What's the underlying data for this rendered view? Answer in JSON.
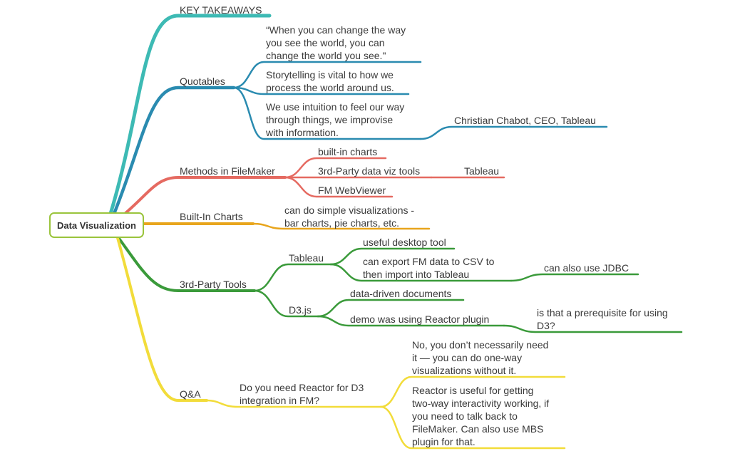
{
  "root": {
    "label": "Data Visualization",
    "color": "#9ac43c"
  },
  "colors": {
    "teal": "#3dbab4",
    "blue": "#2a8bb0",
    "red": "#e56a61",
    "orange": "#e8a51c",
    "green": "#3a9a3a",
    "yellow": "#f2dc3a"
  },
  "key_takeaways": {
    "label": "KEY TAKEAWAYS"
  },
  "quotables": {
    "label": "Quotables",
    "quote1": "“When you can change the way\nyou see the world, you can\nchange the world you see.\"",
    "quote2": "Storytelling is vital to how we\nprocess the world around us.",
    "quote3": "We use intuition to feel our way\nthrough things, we improvise\nwith information.",
    "attribution": "Christian Chabot, CEO, Tableau"
  },
  "methods": {
    "label": "Methods in FileMaker",
    "item1": "built-in charts",
    "item2": "3rd-Party data viz tools",
    "item2_child": "Tableau",
    "item3": "FM WebViewer"
  },
  "builtin": {
    "label": "Built-In Charts",
    "note": "can do simple visualizations -\nbar charts, pie charts, etc."
  },
  "third_party": {
    "label": "3rd-Party Tools",
    "tableau": {
      "label": "Tableau",
      "item1": "useful desktop tool",
      "item2": "can export FM data to CSV to\nthen import into Tableau",
      "item2_child": "can also use JDBC"
    },
    "d3": {
      "label": "D3.js",
      "item1": "data-driven documents",
      "item2": "demo was using Reactor plugin",
      "item2_child": "is that a prerequisite for using\nD3?"
    }
  },
  "qa": {
    "label": "Q&A",
    "question": "Do you need Reactor for D3\nintegration in FM?",
    "answer1": "No, you don’t necessarily need\nit — you can do one-way\nvisualizations without it.",
    "answer2": "Reactor is useful for getting\ntwo-way interactivity working, if\nyou need to talk back to\nFileMaker. Can also use MBS\nplugin for that."
  }
}
